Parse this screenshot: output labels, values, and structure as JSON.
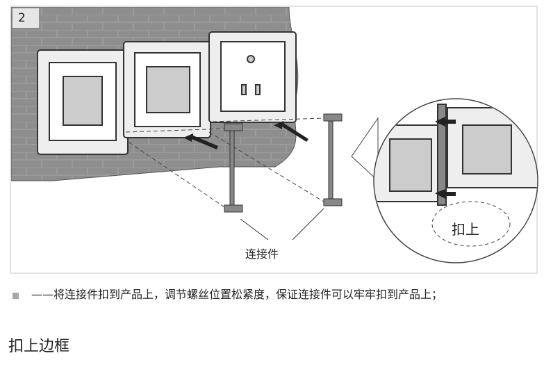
{
  "figure": {
    "step_number": "2",
    "connector_label": "连接件",
    "clip_label": "扣上"
  },
  "instruction": {
    "text": "——将连接件扣到产品上，调节螺丝位置松紧度，保证连接件可以牢牢扣到产品上；"
  },
  "section_heading": "扣上边框"
}
